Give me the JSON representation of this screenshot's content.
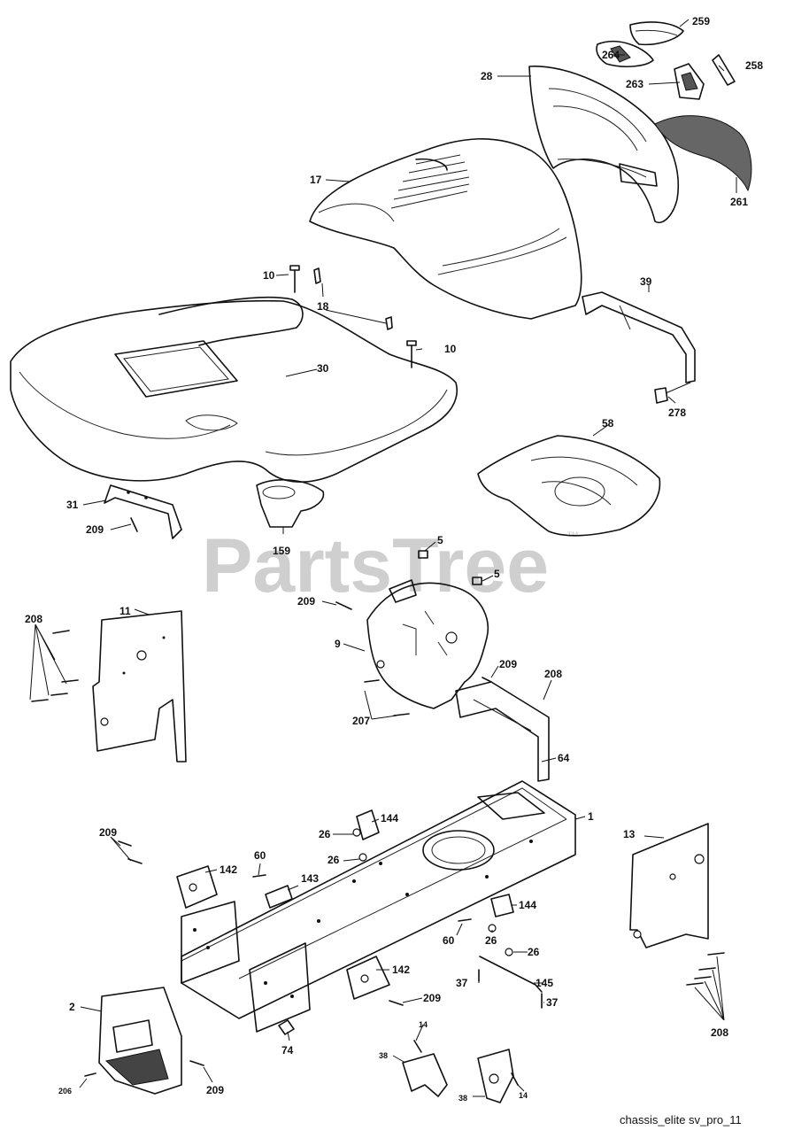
{
  "watermark": {
    "text": "PartsTree",
    "trademark": "™",
    "color": "#cfcfcf"
  },
  "caption": "chassis_elite sv_pro_11",
  "callouts": [
    {
      "id": "c259",
      "text": "259"
    },
    {
      "id": "c264",
      "text": "264"
    },
    {
      "id": "c258",
      "text": "258"
    },
    {
      "id": "c28",
      "text": "28"
    },
    {
      "id": "c263",
      "text": "263"
    },
    {
      "id": "c17",
      "text": "17"
    },
    {
      "id": "c261",
      "text": "261"
    },
    {
      "id": "c10a",
      "text": "10"
    },
    {
      "id": "c18",
      "text": "18"
    },
    {
      "id": "c39",
      "text": "39"
    },
    {
      "id": "c10b",
      "text": "10"
    },
    {
      "id": "c30",
      "text": "30"
    },
    {
      "id": "c278",
      "text": "278"
    },
    {
      "id": "c58",
      "text": "58"
    },
    {
      "id": "c31",
      "text": "31"
    },
    {
      "id": "c209a",
      "text": "209"
    },
    {
      "id": "c159",
      "text": "159"
    },
    {
      "id": "c5a",
      "text": "5"
    },
    {
      "id": "c5b",
      "text": "5"
    },
    {
      "id": "c208a",
      "text": "208"
    },
    {
      "id": "c11",
      "text": "11"
    },
    {
      "id": "c209b",
      "text": "209"
    },
    {
      "id": "c9",
      "text": "9"
    },
    {
      "id": "c209c",
      "text": "209"
    },
    {
      "id": "c208b",
      "text": "208"
    },
    {
      "id": "c207",
      "text": "207"
    },
    {
      "id": "c64",
      "text": "64"
    },
    {
      "id": "c1",
      "text": "1"
    },
    {
      "id": "c144a",
      "text": "144"
    },
    {
      "id": "c209d",
      "text": "209"
    },
    {
      "id": "c26a",
      "text": "26"
    },
    {
      "id": "c13",
      "text": "13"
    },
    {
      "id": "c60a",
      "text": "60"
    },
    {
      "id": "c26b",
      "text": "26"
    },
    {
      "id": "c142a",
      "text": "142"
    },
    {
      "id": "c143",
      "text": "143"
    },
    {
      "id": "c144b",
      "text": "144"
    },
    {
      "id": "c60b",
      "text": "60"
    },
    {
      "id": "c26c",
      "text": "26"
    },
    {
      "id": "c26d",
      "text": "26"
    },
    {
      "id": "c37a",
      "text": "37"
    },
    {
      "id": "c142b",
      "text": "142"
    },
    {
      "id": "c145",
      "text": "145"
    },
    {
      "id": "c209e",
      "text": "209"
    },
    {
      "id": "c37b",
      "text": "37"
    },
    {
      "id": "c2",
      "text": "2"
    },
    {
      "id": "c74",
      "text": "74"
    },
    {
      "id": "c208c",
      "text": "208"
    },
    {
      "id": "c14a",
      "text": "14"
    },
    {
      "id": "c38a",
      "text": "38"
    },
    {
      "id": "c209f",
      "text": "209"
    },
    {
      "id": "c206",
      "text": "206"
    },
    {
      "id": "c38b",
      "text": "38"
    },
    {
      "id": "c14b",
      "text": "14"
    }
  ]
}
